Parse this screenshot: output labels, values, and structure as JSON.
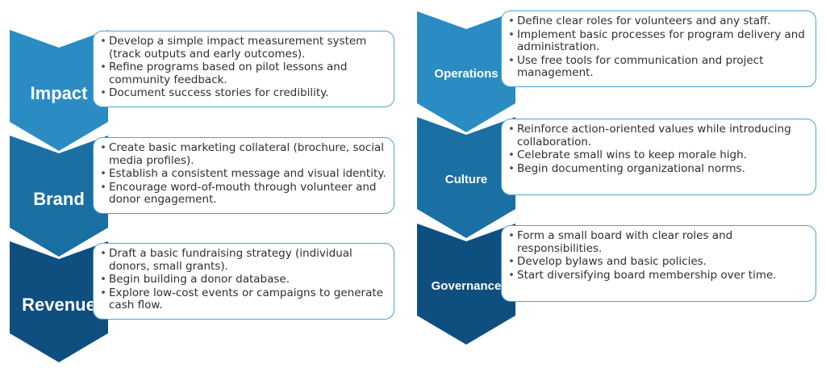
{
  "colors": {
    "light": "#2b8cc4",
    "mid": "#1a6fa3",
    "dark": "#0e4f7f",
    "box_border": "#4aa3d8"
  },
  "left": [
    {
      "title": "Impact",
      "bullets": [
        "Develop a simple impact measurement system (track outputs and early outcomes).",
        "Refine programs based on pilot lessons and community feedback.",
        "Document success stories for credibility."
      ]
    },
    {
      "title": "Brand",
      "bullets": [
        "Create basic marketing collateral (brochure, social media profiles).",
        "Establish a consistent message and visual identity.",
        "Encourage word-of-mouth through volunteer and donor engagement."
      ]
    },
    {
      "title": "Revenue",
      "bullets": [
        "Draft a basic fundraising strategy (individual donors, small grants).",
        "Begin building a donor database.",
        "Explore low-cost events or campaigns to generate cash flow."
      ]
    }
  ],
  "right": [
    {
      "title": "Operations",
      "bullets": [
        "Define clear roles for volunteers and any staff.",
        "Implement basic processes for program delivery and administration.",
        "Use free tools for communication and project management."
      ]
    },
    {
      "title": "Culture",
      "bullets": [
        "Reinforce action-oriented values while introducing collaboration.",
        "Celebrate small wins to keep morale high.",
        "Begin documenting organizational norms."
      ]
    },
    {
      "title": "Governance",
      "bullets": [
        "Form a small board with clear roles and responsibilities.",
        "Develop bylaws and basic policies.",
        "Start diversifying board membership over time."
      ]
    }
  ]
}
